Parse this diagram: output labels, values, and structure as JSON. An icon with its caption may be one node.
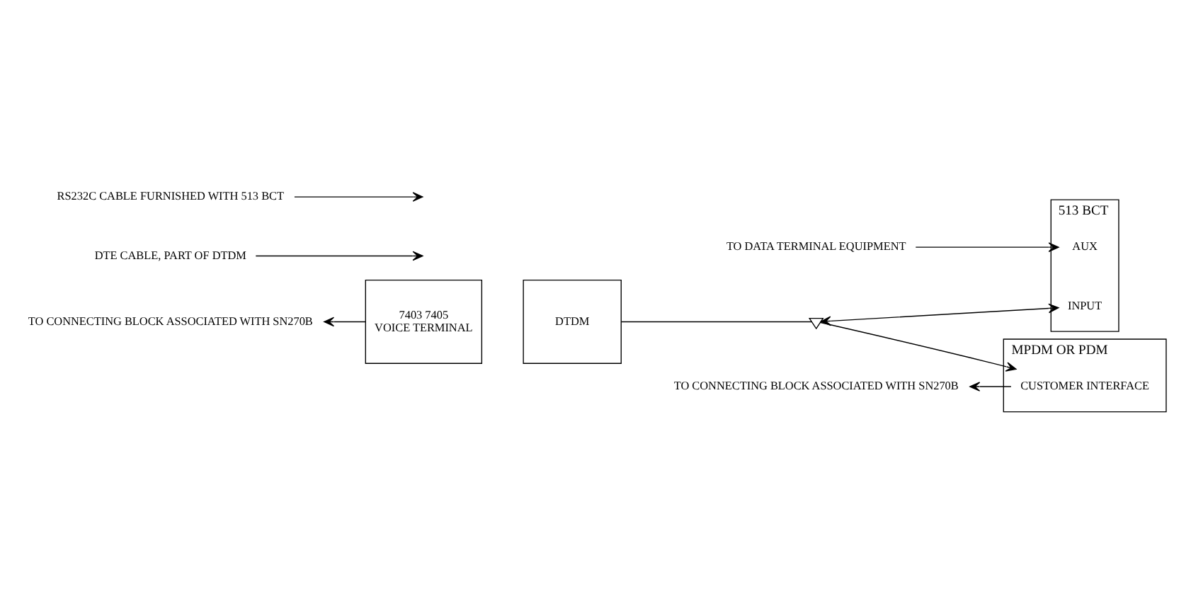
{
  "diagram": {
    "nodes": [
      {
        "text": [
          "TO CONNECTING BLOCK ASSOCIATED WITH SN270B"
        ]
      },
      {
        "text": [
          "7403 7405",
          "VOICE TERMINAL"
        ]
      },
      {
        "text": [
          "DTDM"
        ]
      },
      {
        "text": [
          "DTE CABLE, PART OF DTDM"
        ]
      },
      {
        "text": [],
        "shape": "connector"
      },
      {
        "text": [
          "513 BCT"
        ]
      },
      {
        "text": [
          "INPUT"
        ],
        "in": 5
      },
      {
        "text": [
          "AUX"
        ],
        "in": 5
      },
      {
        "text": [
          "RS232C CABLE FURNISHED WITH 513 BCT"
        ]
      },
      {
        "text": [
          "MPDM OR PDM"
        ]
      },
      {
        "text": [
          "CUSTOMER INTERFACE"
        ],
        "in": 9
      },
      {
        "text": [
          "TO CONNECTING BLOCK ASSOCIATED WITH SN270B"
        ]
      },
      {
        "text": [
          "TO DATA TERMINAL EQUIPMENT"
        ]
      }
    ],
    "edges": [
      {
        "from": 1,
        "to": 0,
        "arrow": "to"
      },
      {
        "from": 2,
        "to": 4,
        "arrow": "none"
      },
      {
        "from": 3,
        "to": null,
        "arrow": "to"
      },
      {
        "from": 4,
        "to": 6,
        "arrow": "both"
      },
      {
        "from": 4,
        "to": 10,
        "arrow": "to"
      },
      {
        "from": 8,
        "to": null,
        "arrow": "to"
      },
      {
        "from": 9,
        "to": 11,
        "arrow": "to"
      },
      {
        "from": 12,
        "to": 7,
        "arrow": "to"
      }
    ]
  }
}
